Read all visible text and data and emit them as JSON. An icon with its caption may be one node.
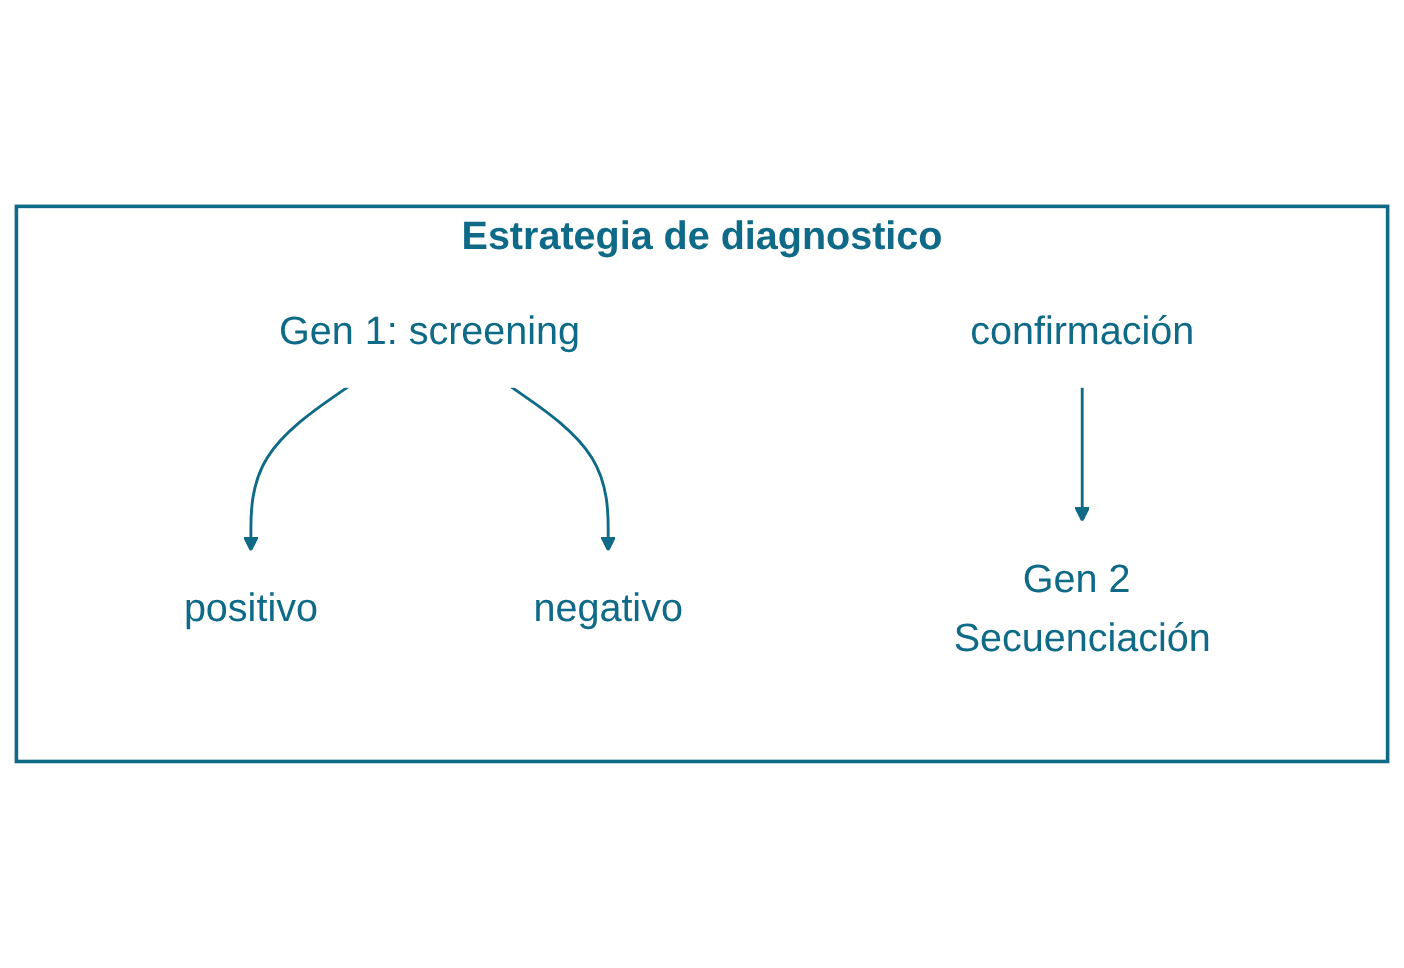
{
  "diagram": {
    "nodes": [
      {
        "text": [
          "Estrategia de diagnostico"
        ]
      },
      {
        "text": [
          "Gen 1: screening"
        ],
        "in": 0
      },
      {
        "text": [
          "positivo"
        ],
        "in": 0
      },
      {
        "text": [
          "negativo"
        ],
        "in": 0
      },
      {
        "text": [
          "confirmación"
        ],
        "in": 0
      },
      {
        "text": [
          "Gen 2 Secuenciación"
        ],
        "in": 0
      }
    ],
    "edges": [
      {
        "from": 1,
        "to": 2,
        "arrow": "to"
      },
      {
        "from": 1,
        "to": 3,
        "arrow": "to"
      },
      {
        "from": 4,
        "to": 5,
        "arrow": "to"
      }
    ]
  }
}
